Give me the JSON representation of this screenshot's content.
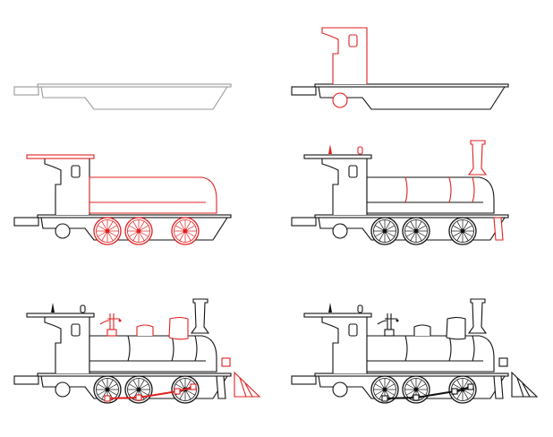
{
  "illustration": {
    "subject": "steam-locomotive-drawing-steps",
    "panels": [
      {
        "step": 1
      },
      {
        "step": 2
      },
      {
        "step": 3
      },
      {
        "step": 4
      },
      {
        "step": 5
      },
      {
        "step": 6
      }
    ],
    "colors": {
      "new_lines": "#e02020",
      "done_lines": "#111111",
      "first_step": "#999999",
      "background": "#ffffff"
    }
  }
}
